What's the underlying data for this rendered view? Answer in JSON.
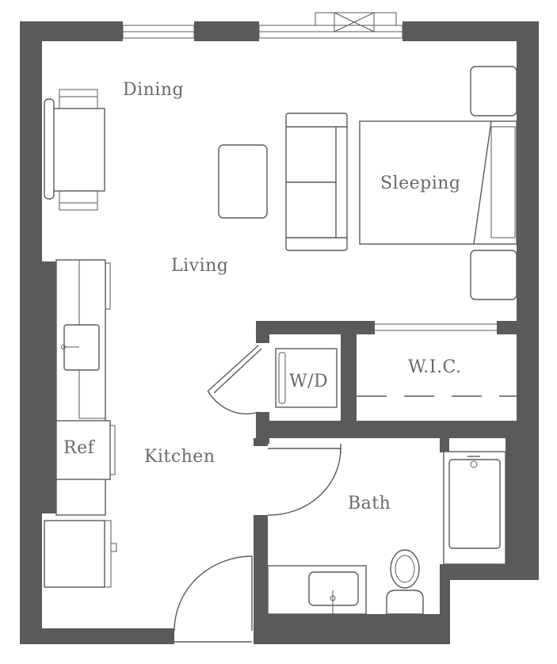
{
  "rooms": {
    "dining": "Dining",
    "sleeping": "Sleeping",
    "living": "Living",
    "wic": "W.I.C.",
    "wd": "W/D",
    "ref": "Ref",
    "kitchen": "Kitchen",
    "bath": "Bath"
  },
  "colors": {
    "wall": "#5a5a5c",
    "background": "#ffffff",
    "label": "#6a6a6c"
  }
}
